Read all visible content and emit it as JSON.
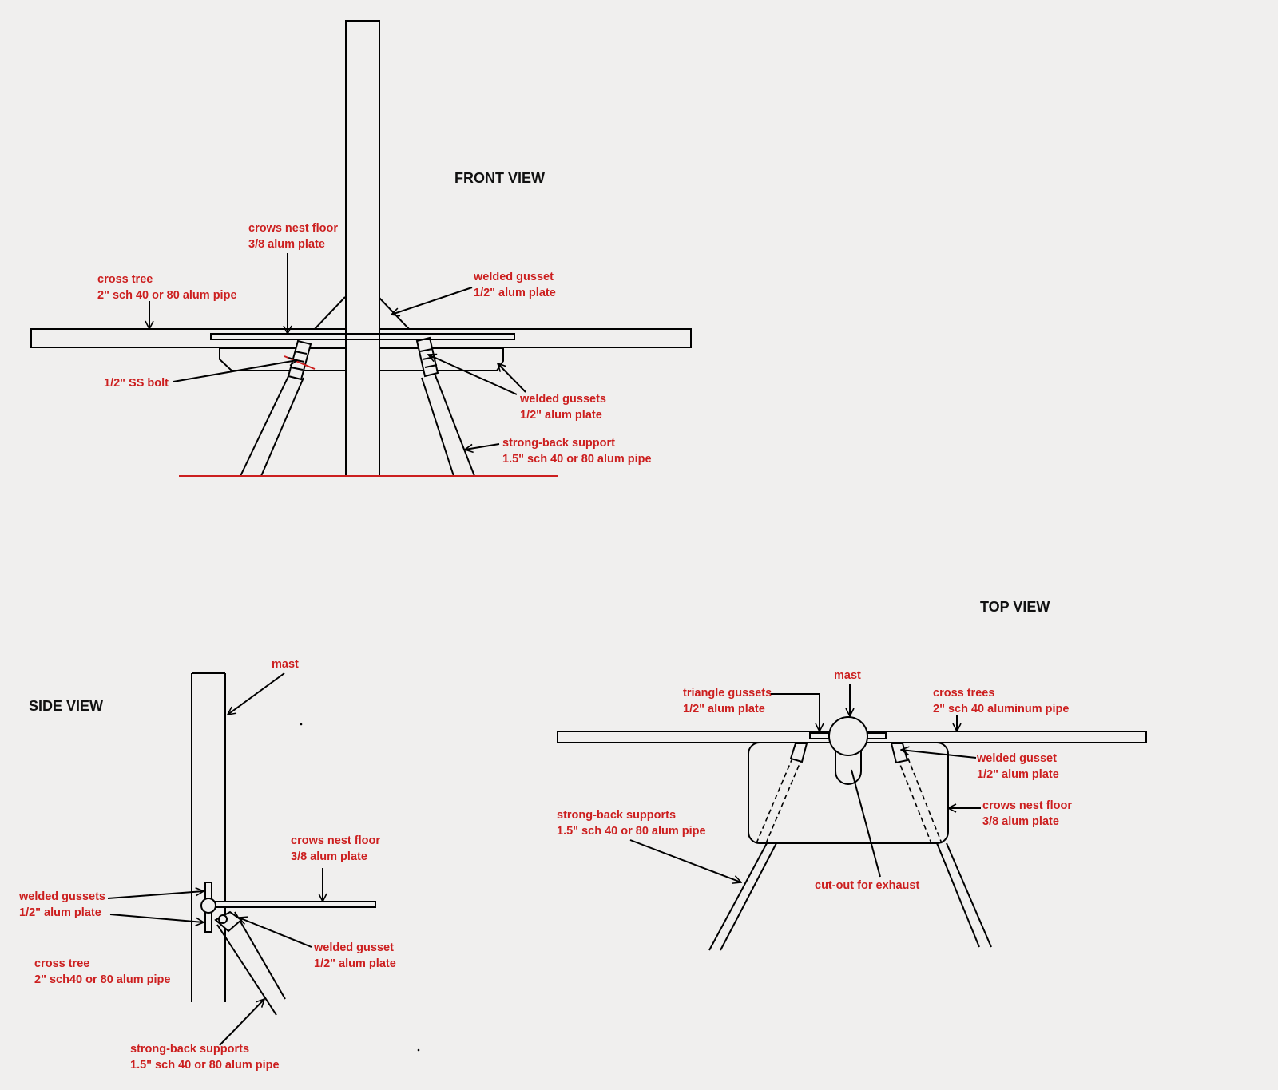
{
  "front": {
    "title": "FRONT VIEW",
    "crows_nest_floor": [
      "crows nest floor",
      "3/8 alum plate"
    ],
    "cross_tree": [
      "cross tree",
      "2\" sch 40 or 80 alum pipe"
    ],
    "welded_gusset": [
      "welded gusset",
      "1/2\" alum plate"
    ],
    "ss_bolt": "1/2\" SS bolt",
    "welded_gussets": [
      "welded gussets",
      "1/2\" alum plate"
    ],
    "strong_back": [
      "strong-back support",
      "1.5\" sch 40 or 80 alum pipe"
    ]
  },
  "side": {
    "title": "SIDE VIEW",
    "mast": "mast",
    "crows_nest_floor": [
      "crows nest floor",
      "3/8 alum plate"
    ],
    "welded_gussets": [
      "welded gussets",
      "1/2\" alum plate"
    ],
    "welded_gusset": [
      "welded gusset",
      "1/2\" alum plate"
    ],
    "cross_tree": [
      "cross tree",
      "2\" sch40 or 80 alum pipe"
    ],
    "strong_back": [
      "strong-back supports",
      "1.5\" sch 40 or 80 alum pipe"
    ]
  },
  "top": {
    "title": "TOP VIEW",
    "mast": "mast",
    "triangle_gussets": [
      "triangle gussets",
      "1/2\" alum plate"
    ],
    "cross_trees": [
      "cross trees",
      "2\" sch 40 aluminum pipe"
    ],
    "welded_gusset": [
      "welded gusset",
      "1/2\" alum plate"
    ],
    "crows_nest_floor": [
      "crows nest floor",
      "3/8 alum plate"
    ],
    "strong_back": [
      "strong-back supports",
      "1.5\" sch 40 or 80 alum pipe"
    ],
    "exhaust": "cut-out for exhaust"
  },
  "colors": {
    "label": "#cc1f1f",
    "line": "#000000",
    "background": "#f0efee"
  }
}
